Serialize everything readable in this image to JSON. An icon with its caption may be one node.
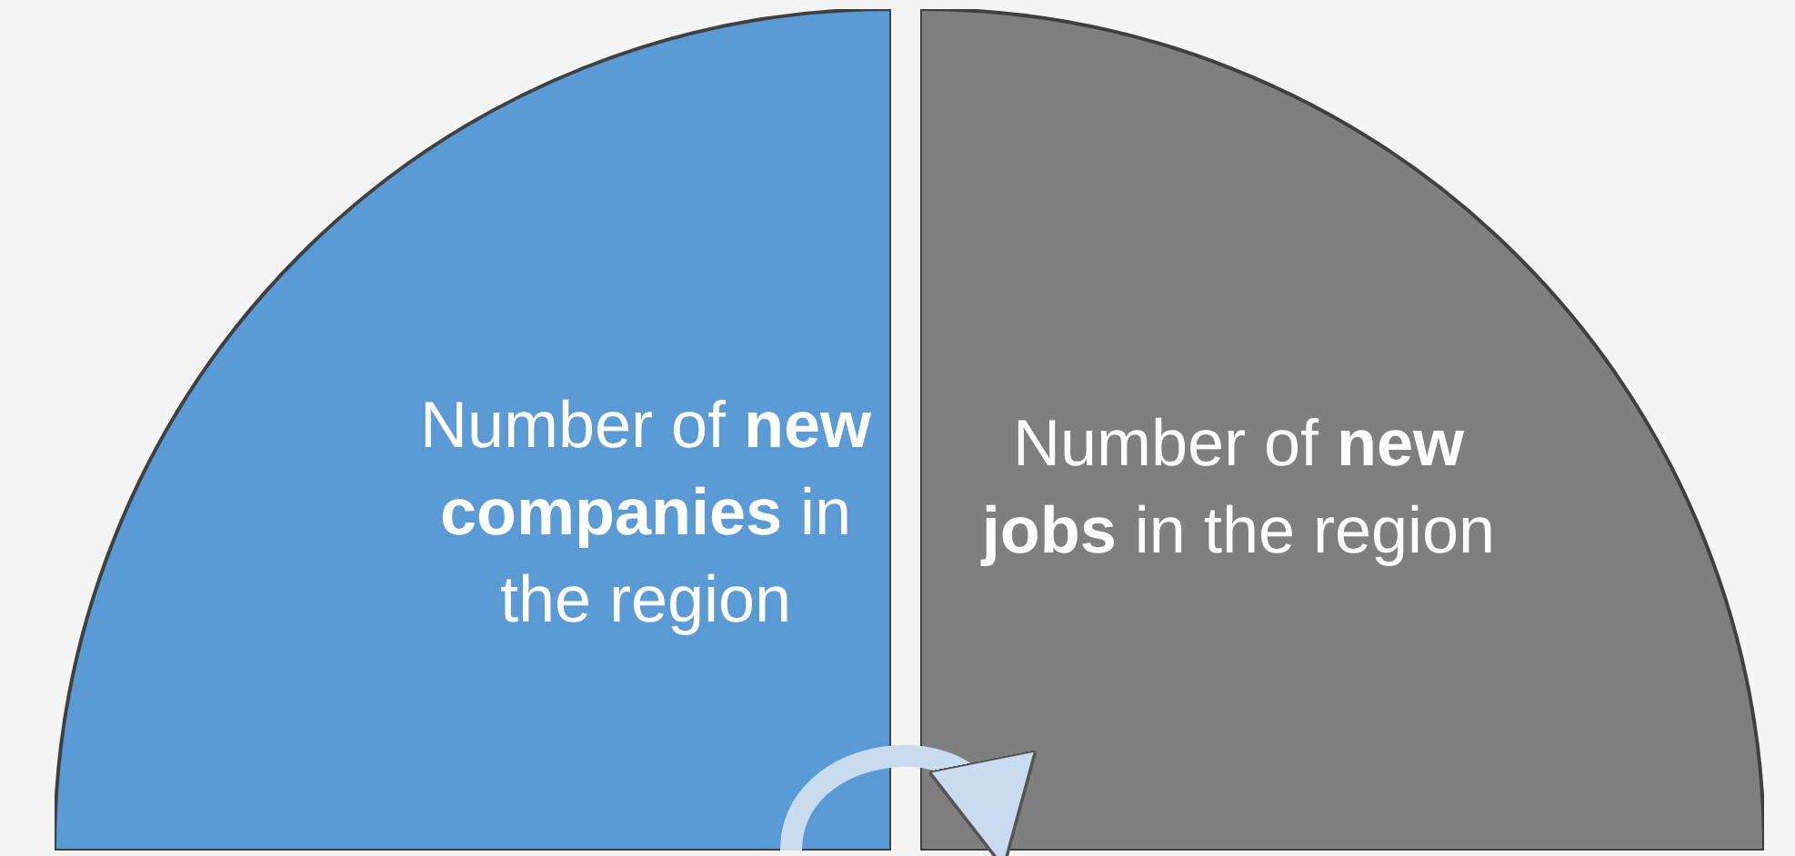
{
  "diagram": {
    "nodes": [
      {
        "text": [
          "Number of **new companies** in the region"
        ]
      },
      {
        "text": [
          "Number of **new jobs** in the region"
        ]
      }
    ],
    "edges": [
      {
        "from": 0,
        "to": 1,
        "arrow": "to"
      }
    ]
  }
}
